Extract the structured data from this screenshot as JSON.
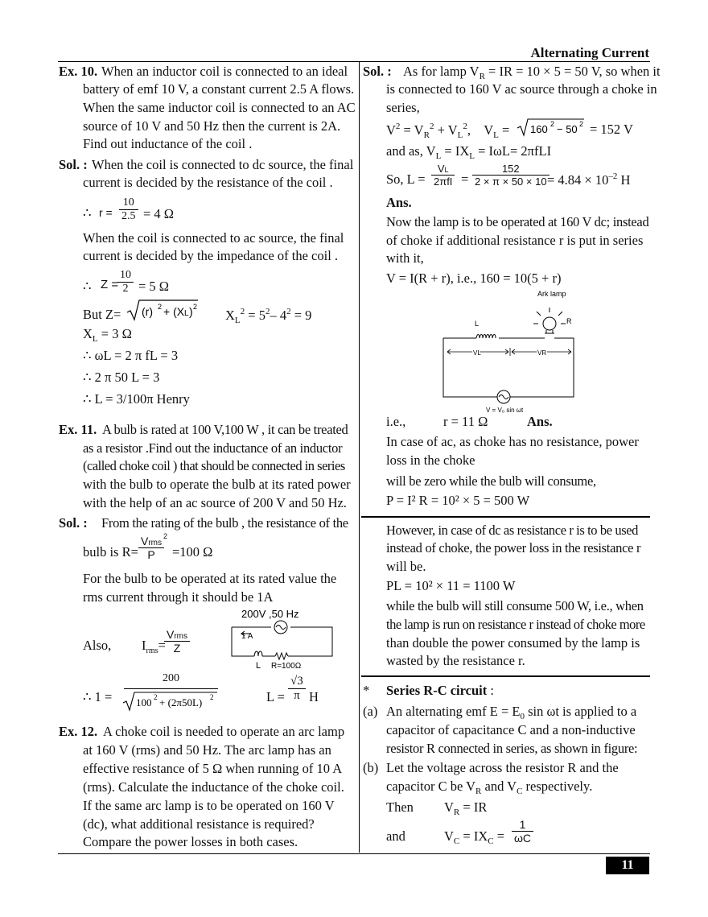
{
  "header": "Alternating Current",
  "page_number": "11",
  "left": {
    "ex10": {
      "label": "Ex. 10.",
      "lines": [
        "When an inductor coil is connected to an ideal",
        "battery of emf 10 V, a constant current 2.5 A flows.",
        "When the same inductor coil is connected to an AC",
        "source of 10 V and 50 Hz then the current is 2A.",
        "Find out inductance of the coil ."
      ]
    },
    "sol10": {
      "label": "Sol. :",
      "lines": [
        "When the coil is connected to dc source, the final",
        "current is decided by the resistance of the coil ."
      ],
      "r_eq": [
        "∴",
        "r =",
        "10",
        "2.5",
        "= 4  Ω"
      ],
      "ac_lines": [
        "When the coil is connected to ac source, the final",
        "current is decided by the impedance of the coil ."
      ],
      "z_eq": [
        "∴",
        "Z =",
        "10",
        "2",
        "= 5 Ω"
      ],
      "but_z": "But  Z=",
      "xl_eq": "X",
      "xl_eq_rest": "L",
      "xl_val": "2 = 52– 42 = 9",
      "xl3": "XL = 3 Ω",
      "w1": "∴  ωL = 2 π fL = 3",
      "w2": "∴  2 π 50 L = 3",
      "w3": "∴  L = 3/100π  Henry"
    },
    "ex11": {
      "label": "Ex. 11.",
      "lines": [
        "A bulb is rated at 100 V,100 W , it can be treated",
        "as a resistor .Find out the inductance of an inductor",
        "(called choke coil ) that should be connected in series",
        "with the bulb to operate the bulb at its rated power",
        "with the help of an ac source of 200 V and 50 Hz."
      ]
    },
    "sol11": {
      "label": "Sol. :",
      "line1": "From the rating of the bulb , the resistance of the",
      "bulb_r": "bulb is R=",
      "bulb_r_val": "=100 Ω",
      "vrms": "Vrms",
      "p": "P",
      "lines2": [
        "For the bulb to be operated at its rated value the",
        "rms current through it should be 1A"
      ],
      "also": "Also,",
      "irms": "I",
      "irms_sub": "rms",
      "z": "Z",
      "circuit_top": "200V ,50 Hz",
      "circuit_1a": "1 A",
      "circuit_l": "L",
      "circuit_r": "R=100Ω",
      "eq_one": "∴  1 =",
      "num200": "200",
      "den": "100² + (2π50L)²",
      "l_eq": "L =",
      "root3": "√3",
      "pi": "π",
      "h": "H"
    },
    "ex12": {
      "label": "Ex. 12.",
      "lines": [
        "A choke coil is needed to operate an arc lamp",
        "at 160 V (rms) and 50 Hz. The arc lamp has an",
        "effective resistance of 5 Ω when running of 10 A",
        "(rms). Calculate the inductance of the choke coil.",
        "If the same arc lamp is to be operated on 160 V",
        "(dc), what additional resistance is required?",
        "Compare the power losses in both cases."
      ]
    }
  },
  "right": {
    "sol": {
      "label": "Sol. :",
      "line1": "As for lamp VR = IR = 10 × 5 = 50 V, so when it",
      "lines": [
        "is connected to 160 V ac source through a choke in",
        "series,"
      ],
      "v2": "V² = VR² + VL²,    VL = ",
      "v2_root": "160² − 50²",
      "v2_val": "= 152 V",
      "and_as": "and as, VL = IXL = IωL= 2πfLI",
      "so_l": "So, L =",
      "vl": "VL",
      "two_pi_fi": "2πfI",
      "num152": "152",
      "den152": "2 × π × 50 × 10",
      "so_l_val": "= 4.84 × 10",
      "so_l_exp": "–2",
      "so_l_unit": " H",
      "ans": "Ans.",
      "lines2": [
        "Now the lamp is to be operated at 160 V dc; instead",
        "of choke if additional resistance r is put in series",
        "with it,"
      ],
      "v_eq": "V = I(R + r), i.e., 160 = 10(5 + r)",
      "circ_ark": "Ark lamp",
      "circ_l": "L",
      "circ_r": "R",
      "circ_vl": "VL",
      "circ_vr": "VR",
      "circ_src": "V = V₀ sin ωt",
      "ie": "i.e.,",
      "r11": "r = 11 Ω",
      "ans2": "Ans.",
      "lines3": [
        "In case of ac, as choke has no resistance, power",
        "loss in the choke",
        "will be zero while the bulb will consume,",
        "P = I² R = 10² × 5 = 500 W"
      ]
    },
    "dc": {
      "lines": [
        "However, in case of dc as resistance r is to be used",
        "instead of choke, the power loss in the resistance r",
        "will be.",
        "PL = 10² × 11 = 1100 W",
        "while the bulb will still consume 500 W, i.e., when",
        "the lamp is run on resistance r instead of choke more",
        "than double the power consumed by the lamp is",
        "wasted by the resistance r."
      ]
    },
    "rc": {
      "star": "*",
      "title": "Series R-C circuit",
      "colon": " :",
      "a_label": "(a)",
      "a_lines": [
        "An alternating emf E = E0 sin ωt is applied to a",
        "capacitor of capacitance C and a non-inductive",
        "resistor R connected in series, as shown in figure:"
      ],
      "b_label": "(b)",
      "b_lines": [
        "Let the voltage across the resistor R and the",
        "capacitor C be VR and VC respectively."
      ],
      "then": "Then",
      "vr": "VR = IR",
      "and": "and",
      "vc": "VC = IXC =",
      "one": "1",
      "wc": "ωC"
    }
  }
}
